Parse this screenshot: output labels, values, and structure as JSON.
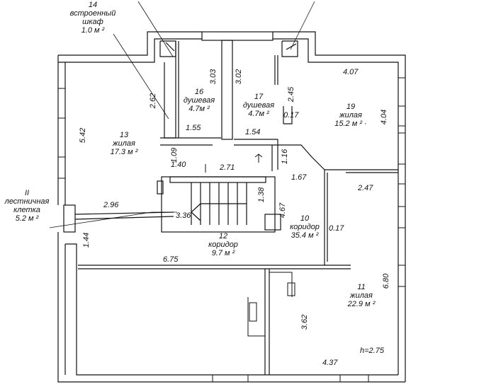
{
  "rooms": {
    "r14": {
      "number": "14",
      "name": "встроенный",
      "name2": "шкаф",
      "area": "1.0 м ²"
    },
    "r16": {
      "number": "16",
      "name": "душевая",
      "area": "4.7м ²"
    },
    "r17": {
      "number": "17",
      "name": "душевая",
      "area": "4.7м ²"
    },
    "r19": {
      "number": "19",
      "name": "жилая",
      "area": "15.2 м ² ·"
    },
    "r13": {
      "number": "13",
      "name": "жилая",
      "area": "17.3 м ²"
    },
    "r2": {
      "number": "II",
      "name": "лестничная",
      "name2": "клетка",
      "area": "5.2  м ²"
    },
    "r12": {
      "number": "12",
      "name": "коридор",
      "area": "9.7 м ²"
    },
    "r10": {
      "number": "10",
      "name": "коридор",
      "area": "35.4 м ²"
    },
    "r11": {
      "number": "11",
      "name": "жилая",
      "area": "22.9 м ²"
    }
  },
  "dims": {
    "d407": "4.07",
    "d404": "4.04",
    "d303": "3.03",
    "d302": "3.02",
    "d262": "2.62",
    "d245": "2.45",
    "d017a": "0.17",
    "d155": "1.55",
    "d154": "1.54",
    "d542": "5.42",
    "d109": "1.09",
    "d116": "1.16",
    "d140": "1.40",
    "d271": "2.71",
    "d167": "1.67",
    "d247": "2.47",
    "d296": "2.96",
    "d138": "1.38",
    "d336": "3.36",
    "d467": "4.67",
    "d017b": "0.17",
    "d144": "1.44",
    "d675": "6.75",
    "d680": "6.80",
    "d362": "3.62",
    "d437": "4.37",
    "height": "h=2.75"
  }
}
